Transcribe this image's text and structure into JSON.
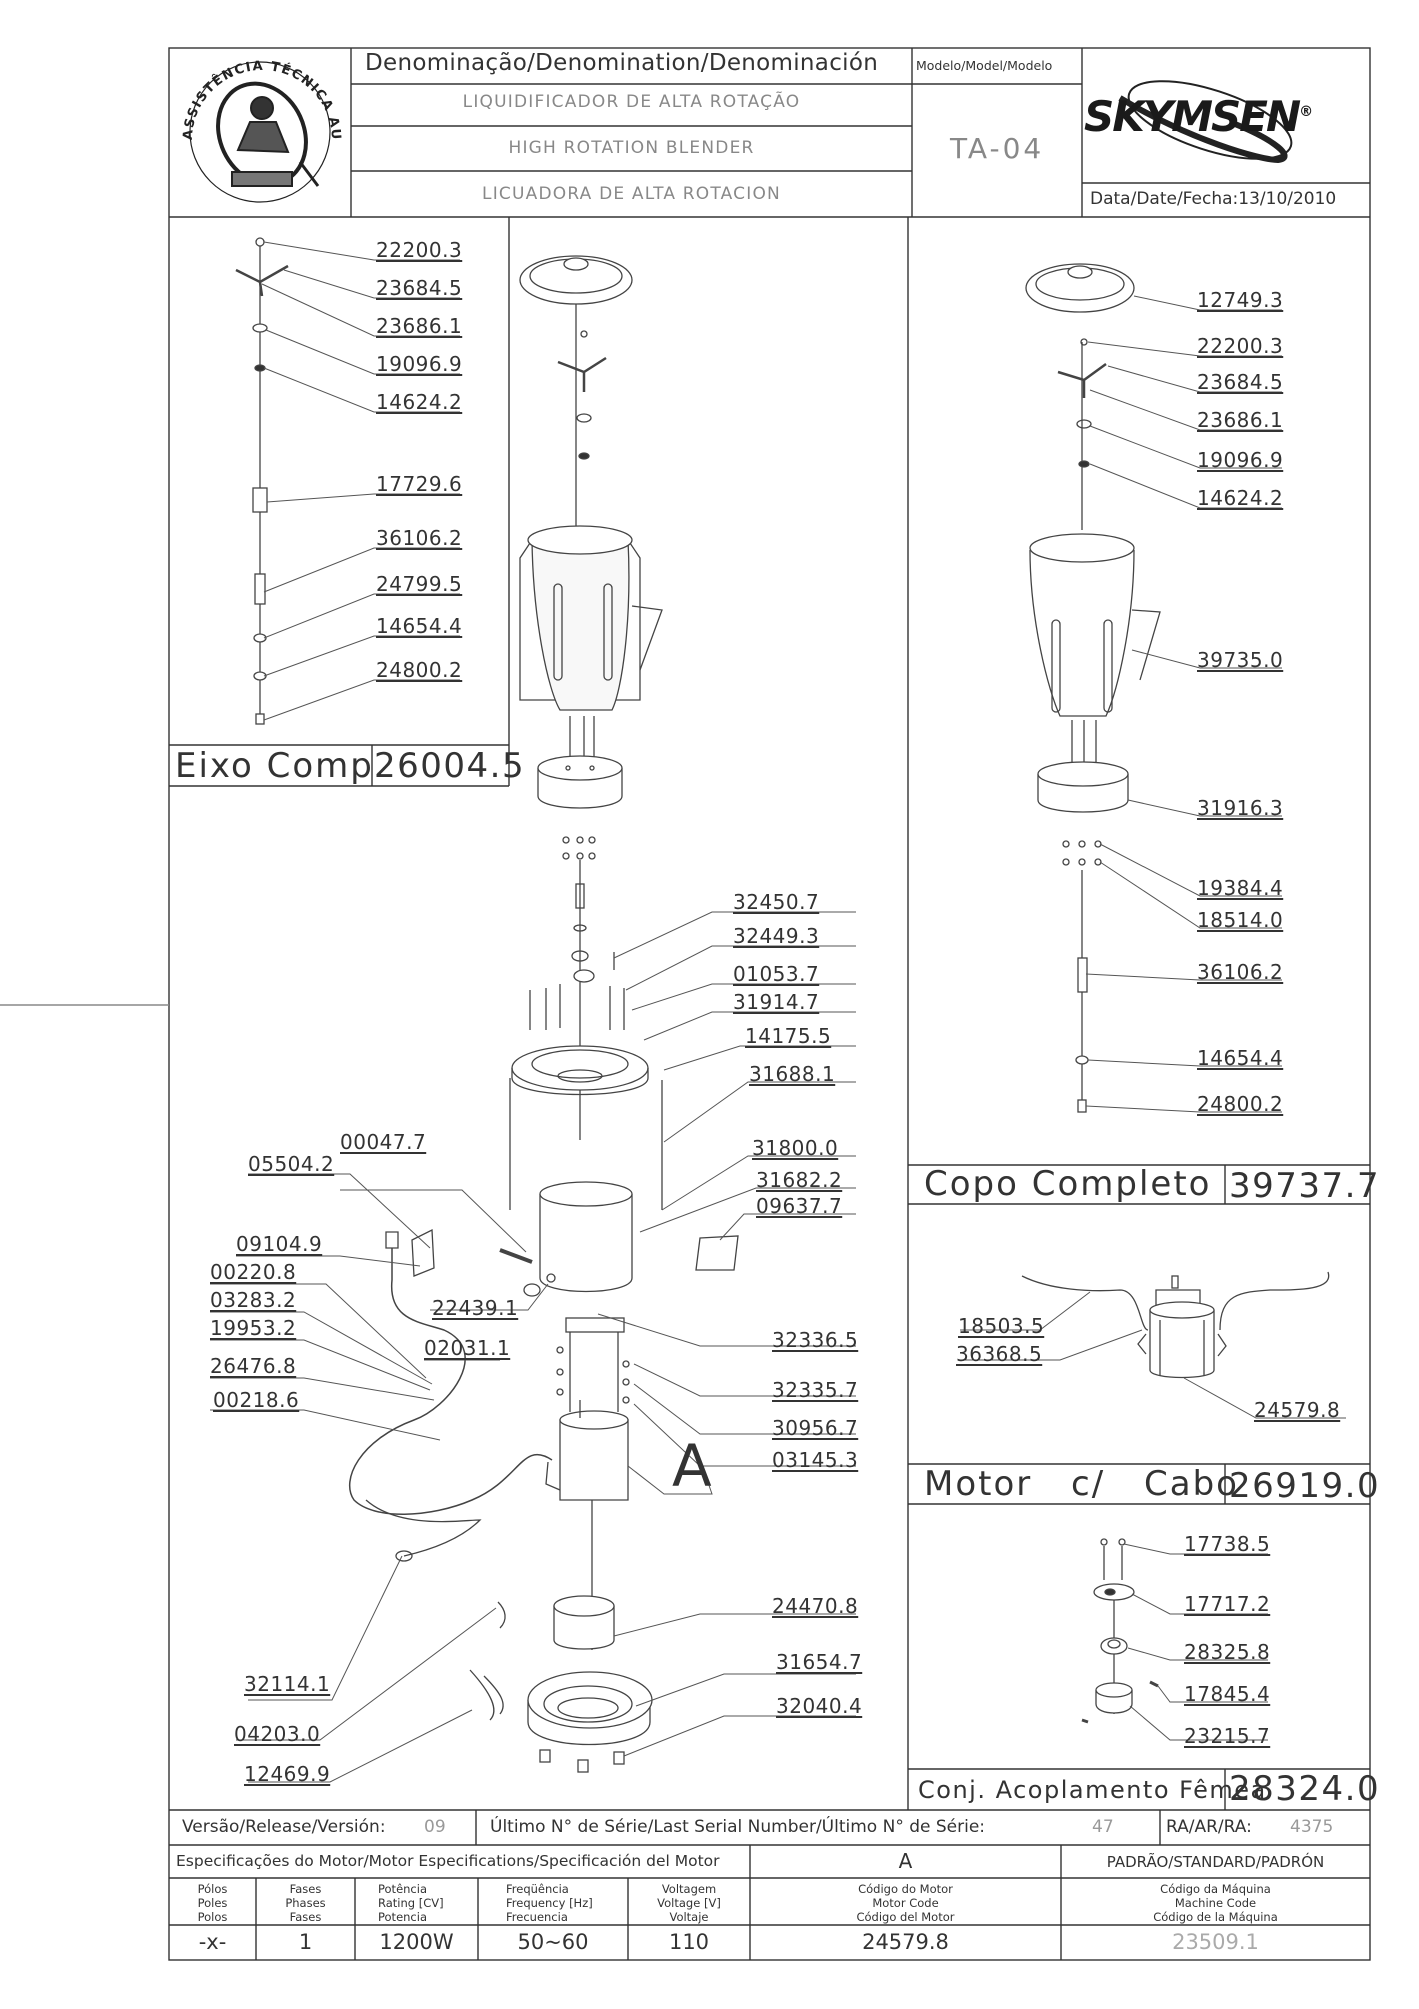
{
  "header": {
    "denomination_title": "Denominação/Denomination/Denominación",
    "name_pt": "LIQUIDIFICADOR DE ALTA ROTAÇÃO",
    "name_en": "HIGH ROTATION BLENDER",
    "name_es": "LICUADORA DE ALTA ROTACION",
    "model_label": "Modelo/Model/Modelo",
    "model_value": "TA-04",
    "date_label": "Data/Date/Fecha:",
    "date_value": "13/10/2010",
    "brand": "SKYMSEN",
    "brand_registered": "®",
    "seal_text": "ASSISTÊNCIA TÉCNICA AUTORIZADA"
  },
  "eixo": {
    "parts": [
      "22200.3",
      "23684.5",
      "23686.1",
      "19096.9",
      "14624.2",
      "17729.6",
      "36106.2",
      "24799.5",
      "14654.4",
      "24800.2"
    ],
    "label": "Eixo Comp.",
    "code": "26004.5"
  },
  "copo": {
    "parts": [
      "12749.3",
      "22200.3",
      "23684.5",
      "23686.1",
      "19096.9",
      "14624.2",
      "39735.0",
      "31916.3",
      "19384.4",
      "18514.0",
      "36106.2",
      "14654.4",
      "24800.2"
    ],
    "label": "Copo Completo",
    "code": "39737.7"
  },
  "motor": {
    "parts": [
      "18503.5",
      "36368.5",
      "24579.8"
    ],
    "label": "Motor c/ Cabo",
    "code": "26919.0"
  },
  "acoplamento": {
    "parts": [
      "17738.5",
      "17717.2",
      "28325.8",
      "17845.4",
      "23215.7"
    ],
    "label": "Conj. Acoplamento Fêmea",
    "code": "28324.0"
  },
  "main": {
    "parts": [
      "32450.7",
      "32449.3",
      "01053.7",
      "31914.7",
      "14175.5",
      "31688.1",
      "31800.0",
      "31682.2",
      "09637.7",
      "00047.7",
      "05504.2",
      "09104.9",
      "00220.8",
      "03283.2",
      "19953.2",
      "26476.8",
      "00218.6",
      "02031.1",
      "22439.1",
      "32336.5",
      "32335.7",
      "30956.7",
      "03145.3",
      "24470.8",
      "31654.7",
      "32040.4",
      "32114.1",
      "04203.0",
      "12469.9"
    ],
    "callout_letter": "A"
  },
  "footer": {
    "version_label": "Versão/Release/Versión:",
    "version_value": "09",
    "serial_label": "Último N° de Série/Last Serial Number/Último N° de Série:",
    "serial_value": "47",
    "ra_label": "RA/AR/RA:",
    "ra_value": "4375",
    "spec_label": "Especificações do Motor/Motor Especifications/Specificación del Motor",
    "spec_letter": "A",
    "standard_label": "PADRÃO/STANDARD/PADRÓN",
    "columns": [
      {
        "header": [
          "Pólos",
          "Poles",
          "Polos"
        ],
        "value": "-x-"
      },
      {
        "header": [
          "Fases",
          "Phases",
          "Fases"
        ],
        "value": "1"
      },
      {
        "header": [
          "Potência",
          "Rating [CV]",
          "Potencia"
        ],
        "value": "1200W"
      },
      {
        "header": [
          "Freqüência",
          "Frequency [Hz]",
          "Frecuencia"
        ],
        "value": "50~60"
      },
      {
        "header": [
          "Voltagem",
          "Voltage [V]",
          "Voltaje"
        ],
        "value": "110"
      },
      {
        "header": [
          "Código do Motor",
          "Motor Code",
          "Código del Motor"
        ],
        "value": "24579.8"
      },
      {
        "header": [
          "Código da Máquina",
          "Machine Code",
          "Código de la Máquina"
        ],
        "value": "23509.1"
      }
    ]
  }
}
